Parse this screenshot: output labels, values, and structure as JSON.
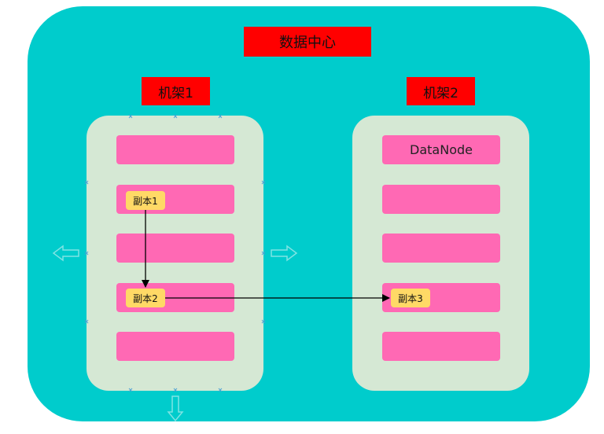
{
  "colors": {
    "datacenter_bg": "#00cccc",
    "title_bg": "#ff0000",
    "rack_bg": "#d5e8d4",
    "node_bg": "#ff69b4",
    "replica_bg": "#ffd966",
    "arrow": "#000000",
    "decor": "#7fe3e3"
  },
  "datacenter": {
    "label": "数据中心"
  },
  "racks": [
    {
      "label": "机架1",
      "nodes": [
        "",
        "",
        "",
        "",
        ""
      ],
      "replicas": [
        {
          "node": 1,
          "label": "副本1"
        },
        {
          "node": 3,
          "label": "副本2"
        }
      ]
    },
    {
      "label": "机架2",
      "nodes": [
        "DataNode",
        "",
        "",
        "",
        ""
      ],
      "replicas": [
        {
          "node": 3,
          "label": "副本3"
        }
      ]
    }
  ],
  "arrows": [
    {
      "from": "副本1",
      "to": "副本2"
    },
    {
      "from": "副本2",
      "to": "副本3"
    }
  ],
  "decor_icons": [
    "arrow-left-icon",
    "arrow-right-icon",
    "arrow-down-icon"
  ]
}
